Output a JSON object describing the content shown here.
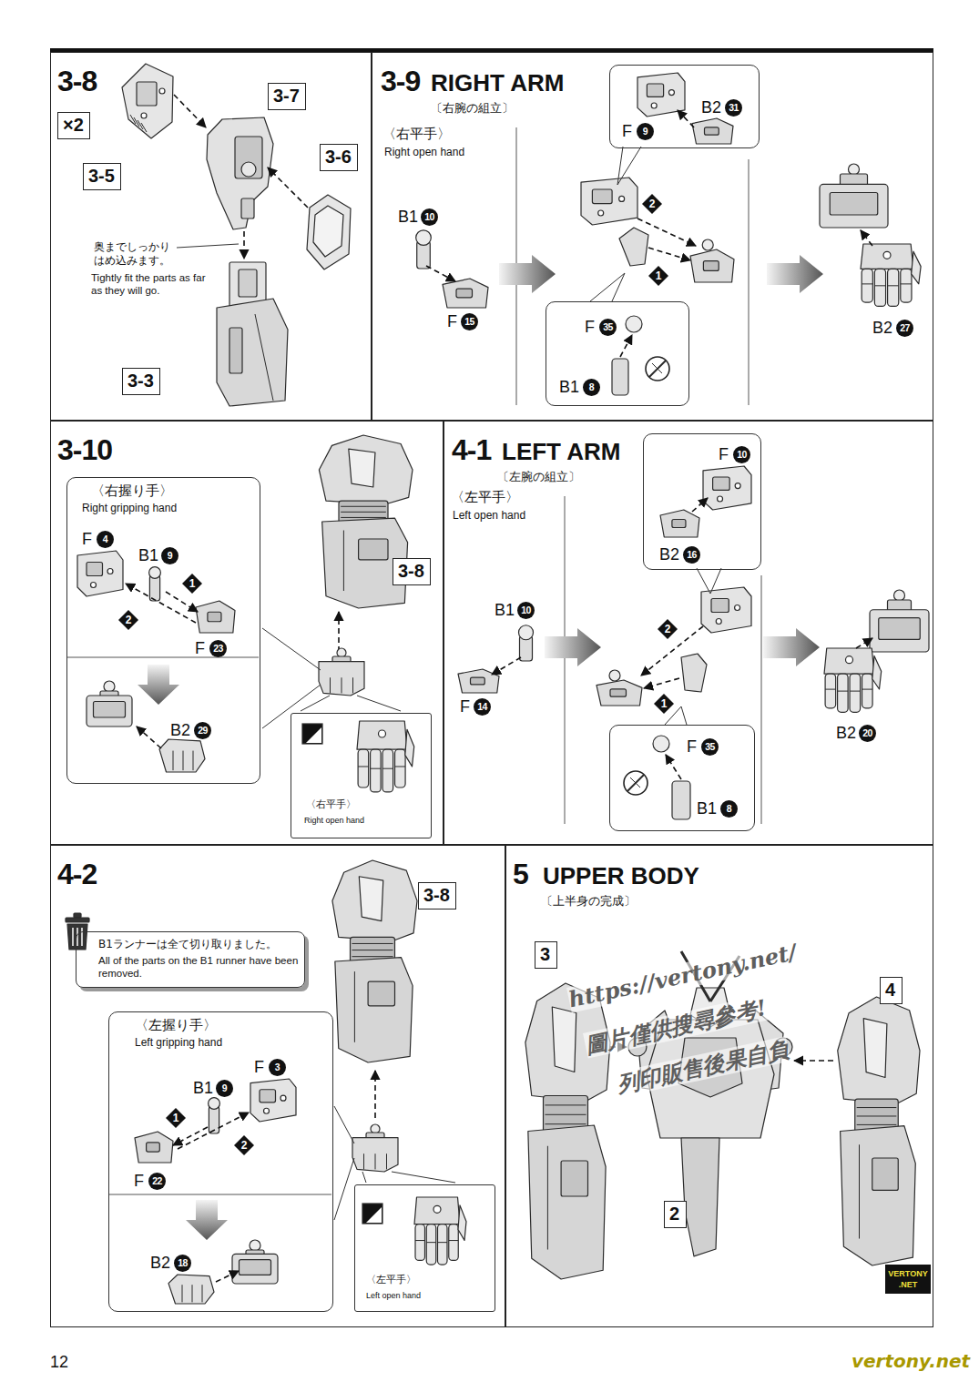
{
  "diagram": {
    "nodes": [
      {
        "text": [
          "3-8"
        ]
      },
      {
        "text": [
          "×2"
        ],
        "in": 0
      },
      {
        "text": [
          "3-7"
        ],
        "in": 0
      },
      {
        "text": [
          "3-5"
        ],
        "in": 0
      },
      {
        "text": [
          "3-6"
        ],
        "in": 0
      },
      {
        "text": [
          "3-3"
        ],
        "in": 0
      },
      {
        "text": [
          "3-9",
          "RIGHT ARM",
          "〔右腕の組立〕"
        ]
      },
      {
        "text": [
          "B2",
          "31",
          "F",
          "9"
        ],
        "in": 6
      },
      {
        "text": [
          "F",
          "35",
          "B1",
          "8"
        ],
        "in": 6
      },
      {
        "text": [
          "3-10"
        ]
      },
      {
        "text": [
          "〈右握り手〉",
          "Right gripping hand",
          "F",
          "4",
          "B1",
          "9",
          "1",
          "2",
          "F",
          "23",
          "B2",
          "29"
        ],
        "in": 9
      },
      {
        "text": [
          "3-8"
        ],
        "in": 9
      },
      {
        "text": [
          "〈右平手〉",
          "Right open hand"
        ],
        "in": 9
      },
      {
        "text": [
          "4-1",
          "LEFT ARM",
          "〔左腕の組立〕"
        ]
      },
      {
        "text": [
          "F",
          "10",
          "B2",
          "16"
        ],
        "in": 13
      },
      {
        "text": [
          "F",
          "35",
          "B1",
          "8"
        ],
        "in": 13
      },
      {
        "text": [
          "4-2"
        ]
      },
      {
        "text": [
          "B1ランナーは全て切り取りました。",
          "All of the parts on the B1 runner have been removed."
        ],
        "in": 16
      },
      {
        "text": [
          "〈左握り手〉",
          "Left gripping hand",
          "F",
          "3",
          "B1",
          "9",
          "1",
          "2",
          "F",
          "22",
          "B2",
          "18"
        ],
        "in": 16
      },
      {
        "text": [
          "3-8"
        ],
        "in": 16
      },
      {
        "text": [
          "〈左平手〉",
          "Left open hand"
        ],
        "in": 16
      },
      {
        "text": [
          "5",
          "UPPER BODY",
          "〔上半身の完成〕"
        ]
      },
      {
        "text": [
          "3"
        ],
        "in": 21
      },
      {
        "text": [
          "4"
        ],
        "in": 21
      },
      {
        "text": [
          "2"
        ],
        "in": 21
      }
    ],
    "labels": [
      "奥までしっかりはめ込みます。",
      "Tightly fit the parts as far as they will go.",
      "〈右平手〉",
      "Right open hand",
      "B1",
      "10",
      "F",
      "15",
      "2",
      "1",
      "B2",
      "27",
      "〈左平手〉",
      "Left open hand",
      "B1",
      "10",
      "F",
      "14",
      "2",
      "1",
      "B2",
      "20",
      "https://vertony.net/",
      "圖片僅供搜尋參考!",
      "列印販售後果自負",
      "VERTONY .NET",
      "vertony.net",
      "12"
    ]
  }
}
